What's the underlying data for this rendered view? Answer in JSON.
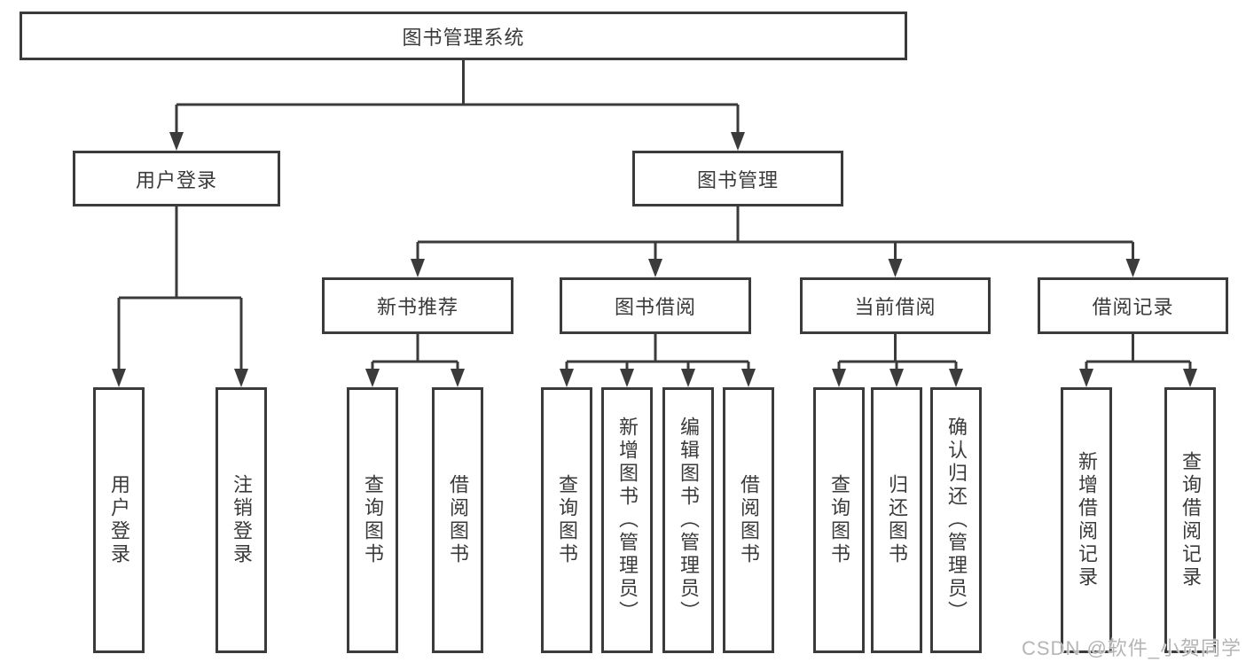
{
  "tree": {
    "root_label": "图书管理系统",
    "branches": [
      {
        "label": "用户登录",
        "children": [
          "用户登录",
          "注销登录"
        ]
      },
      {
        "label": "图书管理",
        "children": [
          {
            "label": "新书推荐",
            "children": [
              "查询图书",
              "借阅图书"
            ]
          },
          {
            "label": "图书借阅",
            "children": [
              "查询图书",
              "新增图书（管理员）",
              "编辑图书（管理员）",
              "借阅图书"
            ]
          },
          {
            "label": "当前借阅",
            "children": [
              "查询图书",
              "归还图书",
              "确认归还（管理员）"
            ]
          },
          {
            "label": "借阅记录",
            "children": [
              "新增借阅记录",
              "查询借阅记录"
            ]
          }
        ]
      }
    ]
  },
  "watermark": {
    "text": "CSDN @软件_小贺同学"
  },
  "colors": {
    "line": "#3b3b3b",
    "box_background": "#ffffff",
    "text": "#3a3a3a",
    "watermark": "#b5b5b5",
    "page_background": "#ffffff"
  }
}
